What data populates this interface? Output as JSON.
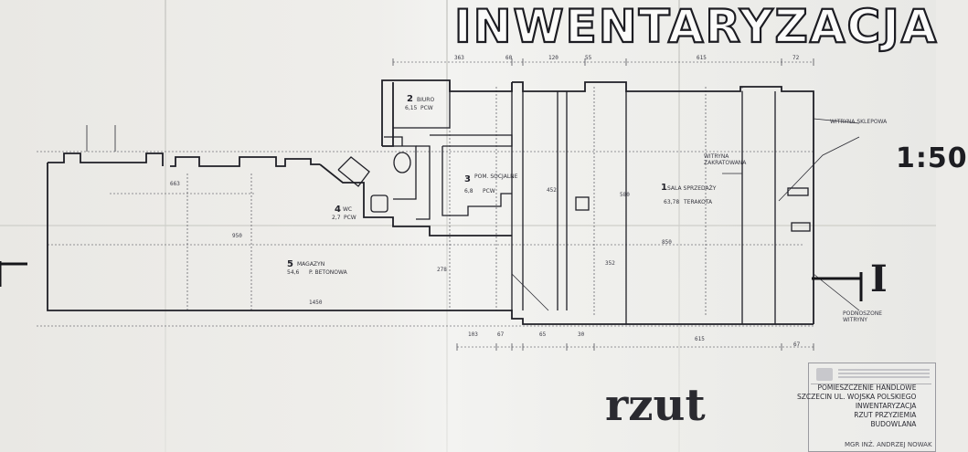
{
  "title": "INWENTARYZACJA",
  "view_label": "rzut",
  "scale_text": "1:50",
  "section_marker": "I",
  "rooms": [
    {
      "num": "1",
      "name": "SALA SPRZEDAŻY",
      "area": "63,78",
      "floor": "TERAKOTA"
    },
    {
      "num": "2",
      "name": "BIURO",
      "area": "6,15",
      "floor": "PCW"
    },
    {
      "num": "3",
      "name": "POM. SOCJALNE",
      "area": "6,8",
      "floor": "PCW"
    },
    {
      "num": "4",
      "name": "WC",
      "area": "2,7",
      "floor": "PCW"
    },
    {
      "num": "5",
      "name": "MAGAZYN",
      "area": "54,6",
      "floor": "P. BETONOWA"
    }
  ],
  "notes": {
    "witryna_sklepowa": "WITRYNA SKLEPOWA",
    "witryna_zakratowana": "WITRYNA ZAKRATOWANA",
    "podnoszone_witryny": "PODNOSZONE WITRYNY"
  },
  "dims_top": [
    "363",
    "60",
    "120",
    "55",
    "615",
    "72"
  ],
  "dims_bottom": [
    "103",
    "67",
    "65",
    "30",
    "615",
    "67"
  ],
  "dims_inner": [
    "663",
    "950",
    "1450",
    "850",
    "580",
    "452",
    "352",
    "278"
  ],
  "description": [
    "POMIESZCZENIE HANDLOWE",
    "SZCZECIN UL. WOJSKA POLSKIEGO",
    "INWENTARYZACJA",
    "RZUT PRZYZIEMIA",
    "BUDOWLANA"
  ],
  "author": "MGR INŻ. ANDRZEJ NOWAK"
}
